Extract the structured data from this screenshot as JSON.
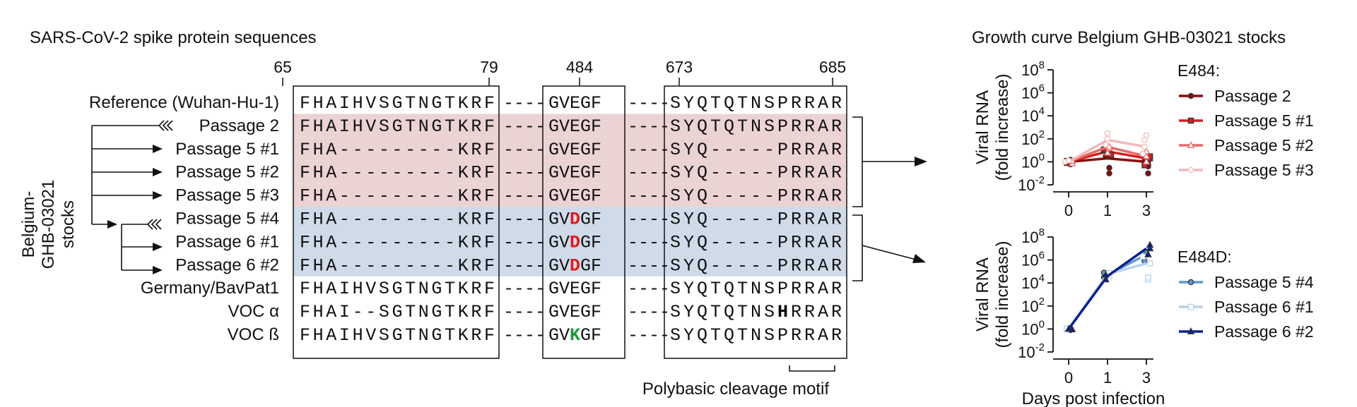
{
  "left_title": "SARS-CoV-2 spike protein sequences",
  "right_title": "Growth curve Belgium GHB-03021 stocks",
  "positions": [
    "65",
    "79",
    "484",
    "673",
    "685"
  ],
  "stocks_label": [
    "Belgium-",
    "GHB-03021",
    "stocks"
  ],
  "gap": "----",
  "rows": [
    {
      "label": "Reference (Wuhan-Hu-1)",
      "s1": "FHAIHVSGTNGTKRF",
      "s2": [
        "GV",
        "E",
        "GF"
      ],
      "s3": [
        "SYQTQTNS",
        "P",
        "RRAR"
      ],
      "bg": "none"
    },
    {
      "label": "Passage 2",
      "s1": "FHAIHVSGTNGTKRF",
      "s2": [
        "GV",
        "E",
        "GF"
      ],
      "s3": [
        "SYQTQTNS",
        "P",
        "RRAR"
      ],
      "bg": "red"
    },
    {
      "label": "Passage 5 #1",
      "s1": "FHA---------KRF",
      "s2": [
        "GV",
        "E",
        "GF"
      ],
      "s3": [
        "SYQ-----",
        "P",
        "RRAR"
      ],
      "bg": "red"
    },
    {
      "label": "Passage 5 #2",
      "s1": "FHA---------KRF",
      "s2": [
        "GV",
        "E",
        "GF"
      ],
      "s3": [
        "SYQ-----",
        "P",
        "RRAR"
      ],
      "bg": "red"
    },
    {
      "label": "Passage 5 #3",
      "s1": "FHA---------KRF",
      "s2": [
        "GV",
        "E",
        "GF"
      ],
      "s3": [
        "SYQ-----",
        "P",
        "RRAR"
      ],
      "bg": "red"
    },
    {
      "label": "Passage 5 #4",
      "s1": "FHA---------KRF",
      "s2": [
        "GV",
        "D",
        "GF"
      ],
      "s3": [
        "SYQ-----",
        "P",
        "RRAR"
      ],
      "bg": "blue",
      "hl2": "red"
    },
    {
      "label": "Passage 6 #1",
      "s1": "FHA---------KRF",
      "s2": [
        "GV",
        "D",
        "GF"
      ],
      "s3": [
        "SYQ-----",
        "P",
        "RRAR"
      ],
      "bg": "blue",
      "hl2": "red"
    },
    {
      "label": "Passage 6 #2",
      "s1": "FHA---------KRF",
      "s2": [
        "GV",
        "D",
        "GF"
      ],
      "s3": [
        "SYQ-----",
        "P",
        "RRAR"
      ],
      "bg": "blue",
      "hl2": "red"
    },
    {
      "label": "Germany/BavPat1",
      "s1": "FHAIHVSGTNGTKRF",
      "s2": [
        "GV",
        "E",
        "GF"
      ],
      "s3": [
        "SYQTQTNS",
        "P",
        "RRAR"
      ],
      "bg": "none"
    },
    {
      "label": "VOC α",
      "s1": "FHAI--SGTNGTKRF",
      "s2": [
        "GV",
        "E",
        "GF"
      ],
      "s3": [
        "SYQTQTNS",
        "H",
        "RRAR"
      ],
      "bg": "none",
      "hl3": "black"
    },
    {
      "label": "VOC ß",
      "s1": "FHAIHVSGTNGTKRF",
      "s2": [
        "GV",
        "K",
        "GF"
      ],
      "s3": [
        "SYQTQTNS",
        "P",
        "RRAR"
      ],
      "bg": "none",
      "hl2": "green"
    }
  ],
  "cleavage_label": "Polybasic cleavage motif",
  "colors": {
    "red_band": "#ecd3d3",
    "blue_band": "#cfdbe9",
    "highlight_red": "#e31a1c",
    "highlight_green": "#1a9a3a",
    "highlight_black": "#000000"
  },
  "chart_data": [
    {
      "type": "line",
      "ylabel": [
        "Viral RNA",
        "(fold increase)"
      ],
      "xlabel": "",
      "x_ticks": [
        "0",
        "1",
        "3"
      ],
      "y_scale": "log10",
      "ylim": [
        0.01,
        100000000
      ],
      "y_ticks": [
        "10^-2",
        "10^0",
        "10^2",
        "10^4",
        "10^6",
        "10^8"
      ],
      "legend_title": "E484:",
      "legend_position": "right",
      "series": [
        {
          "name": "Passage 2",
          "color": "#8b0a0a",
          "marker": "circle-filled",
          "x": [
            "0",
            "1",
            "3"
          ],
          "y": [
            1,
            2,
            1
          ],
          "points": [
            [
              0,
              0.6
            ],
            [
              0,
              1
            ],
            [
              0,
              1.5
            ],
            [
              1,
              0.3
            ],
            [
              1,
              0.1
            ],
            [
              1,
              3
            ],
            [
              3,
              0.1
            ],
            [
              3,
              0.4
            ],
            [
              3,
              0.6
            ],
            [
              3,
              1.2
            ],
            [
              3,
              2
            ]
          ]
        },
        {
          "name": "Passage 5 #1",
          "color": "#d62020",
          "marker": "square-filled",
          "x": [
            "0",
            "1",
            "3"
          ],
          "y": [
            1,
            8,
            2
          ],
          "points": [
            [
              0,
              0.8
            ],
            [
              0,
              1.2
            ],
            [
              1,
              4
            ],
            [
              1,
              10
            ],
            [
              1,
              12
            ],
            [
              3,
              0.5
            ],
            [
              3,
              2
            ],
            [
              3,
              3
            ]
          ]
        },
        {
          "name": "Passage 5 #2",
          "color": "#e86a6a",
          "marker": "triangle-open",
          "x": [
            "0",
            "1",
            "3"
          ],
          "y": [
            1,
            20,
            3
          ],
          "points": [
            [
              0,
              0.7
            ],
            [
              0,
              1.2
            ],
            [
              1,
              6
            ],
            [
              1,
              15
            ],
            [
              1,
              20
            ],
            [
              3,
              1
            ],
            [
              3,
              3
            ],
            [
              3,
              8
            ]
          ]
        },
        {
          "name": "Passage 5 #3",
          "color": "#f2b8b8",
          "marker": "circle-open",
          "x": [
            "0",
            "1",
            "3"
          ],
          "y": [
            1,
            80,
            20
          ],
          "points": [
            [
              0,
              1
            ],
            [
              0,
              1.3
            ],
            [
              1,
              30
            ],
            [
              1,
              100
            ],
            [
              1,
              300
            ],
            [
              3,
              5
            ],
            [
              3,
              20
            ],
            [
              3,
              80
            ],
            [
              3,
              200
            ]
          ]
        }
      ]
    },
    {
      "type": "line",
      "ylabel": [
        "Viral RNA",
        "(fold increase)"
      ],
      "xlabel": "Days post infection",
      "x_ticks": [
        "0",
        "1",
        "3"
      ],
      "y_scale": "log10",
      "ylim": [
        0.01,
        100000000
      ],
      "y_ticks": [
        "10^-2",
        "10^0",
        "10^2",
        "10^4",
        "10^6",
        "10^8"
      ],
      "legend_title": "E484D:",
      "legend_position": "right",
      "series": [
        {
          "name": "Passage 5 #4",
          "color": "#5b9bd5",
          "marker": "circle-filled",
          "x": [
            "0",
            "1",
            "3"
          ],
          "y": [
            1,
            50000,
            3000000
          ],
          "points": [
            [
              0,
              0.8
            ],
            [
              0,
              1
            ],
            [
              0,
              1.2
            ],
            [
              1,
              30000
            ],
            [
              1,
              80000
            ],
            [
              3,
              800000
            ],
            [
              3,
              3000000
            ],
            [
              3,
              5000000
            ]
          ]
        },
        {
          "name": "Passage 6 #1",
          "color": "#b8d2ec",
          "marker": "square-open",
          "x": [
            "0",
            "1",
            "3"
          ],
          "y": [
            1,
            60000,
            500000
          ],
          "points": [
            [
              0,
              0.9
            ],
            [
              0,
              1.1
            ],
            [
              1,
              40000
            ],
            [
              1,
              70000
            ],
            [
              3,
              20000
            ],
            [
              3,
              30000
            ],
            [
              3,
              500000
            ],
            [
              3,
              2000000
            ]
          ]
        },
        {
          "name": "Passage 6 #2",
          "color": "#0a1f8f",
          "marker": "triangle-filled",
          "x": [
            "0",
            "1",
            "3"
          ],
          "y": [
            1,
            40000,
            10000000
          ],
          "points": [
            [
              0,
              0.9
            ],
            [
              0,
              1
            ],
            [
              1,
              20000
            ],
            [
              1,
              50000
            ],
            [
              3,
              3000000
            ],
            [
              3,
              10000000
            ],
            [
              3,
              20000000
            ]
          ]
        }
      ]
    }
  ]
}
